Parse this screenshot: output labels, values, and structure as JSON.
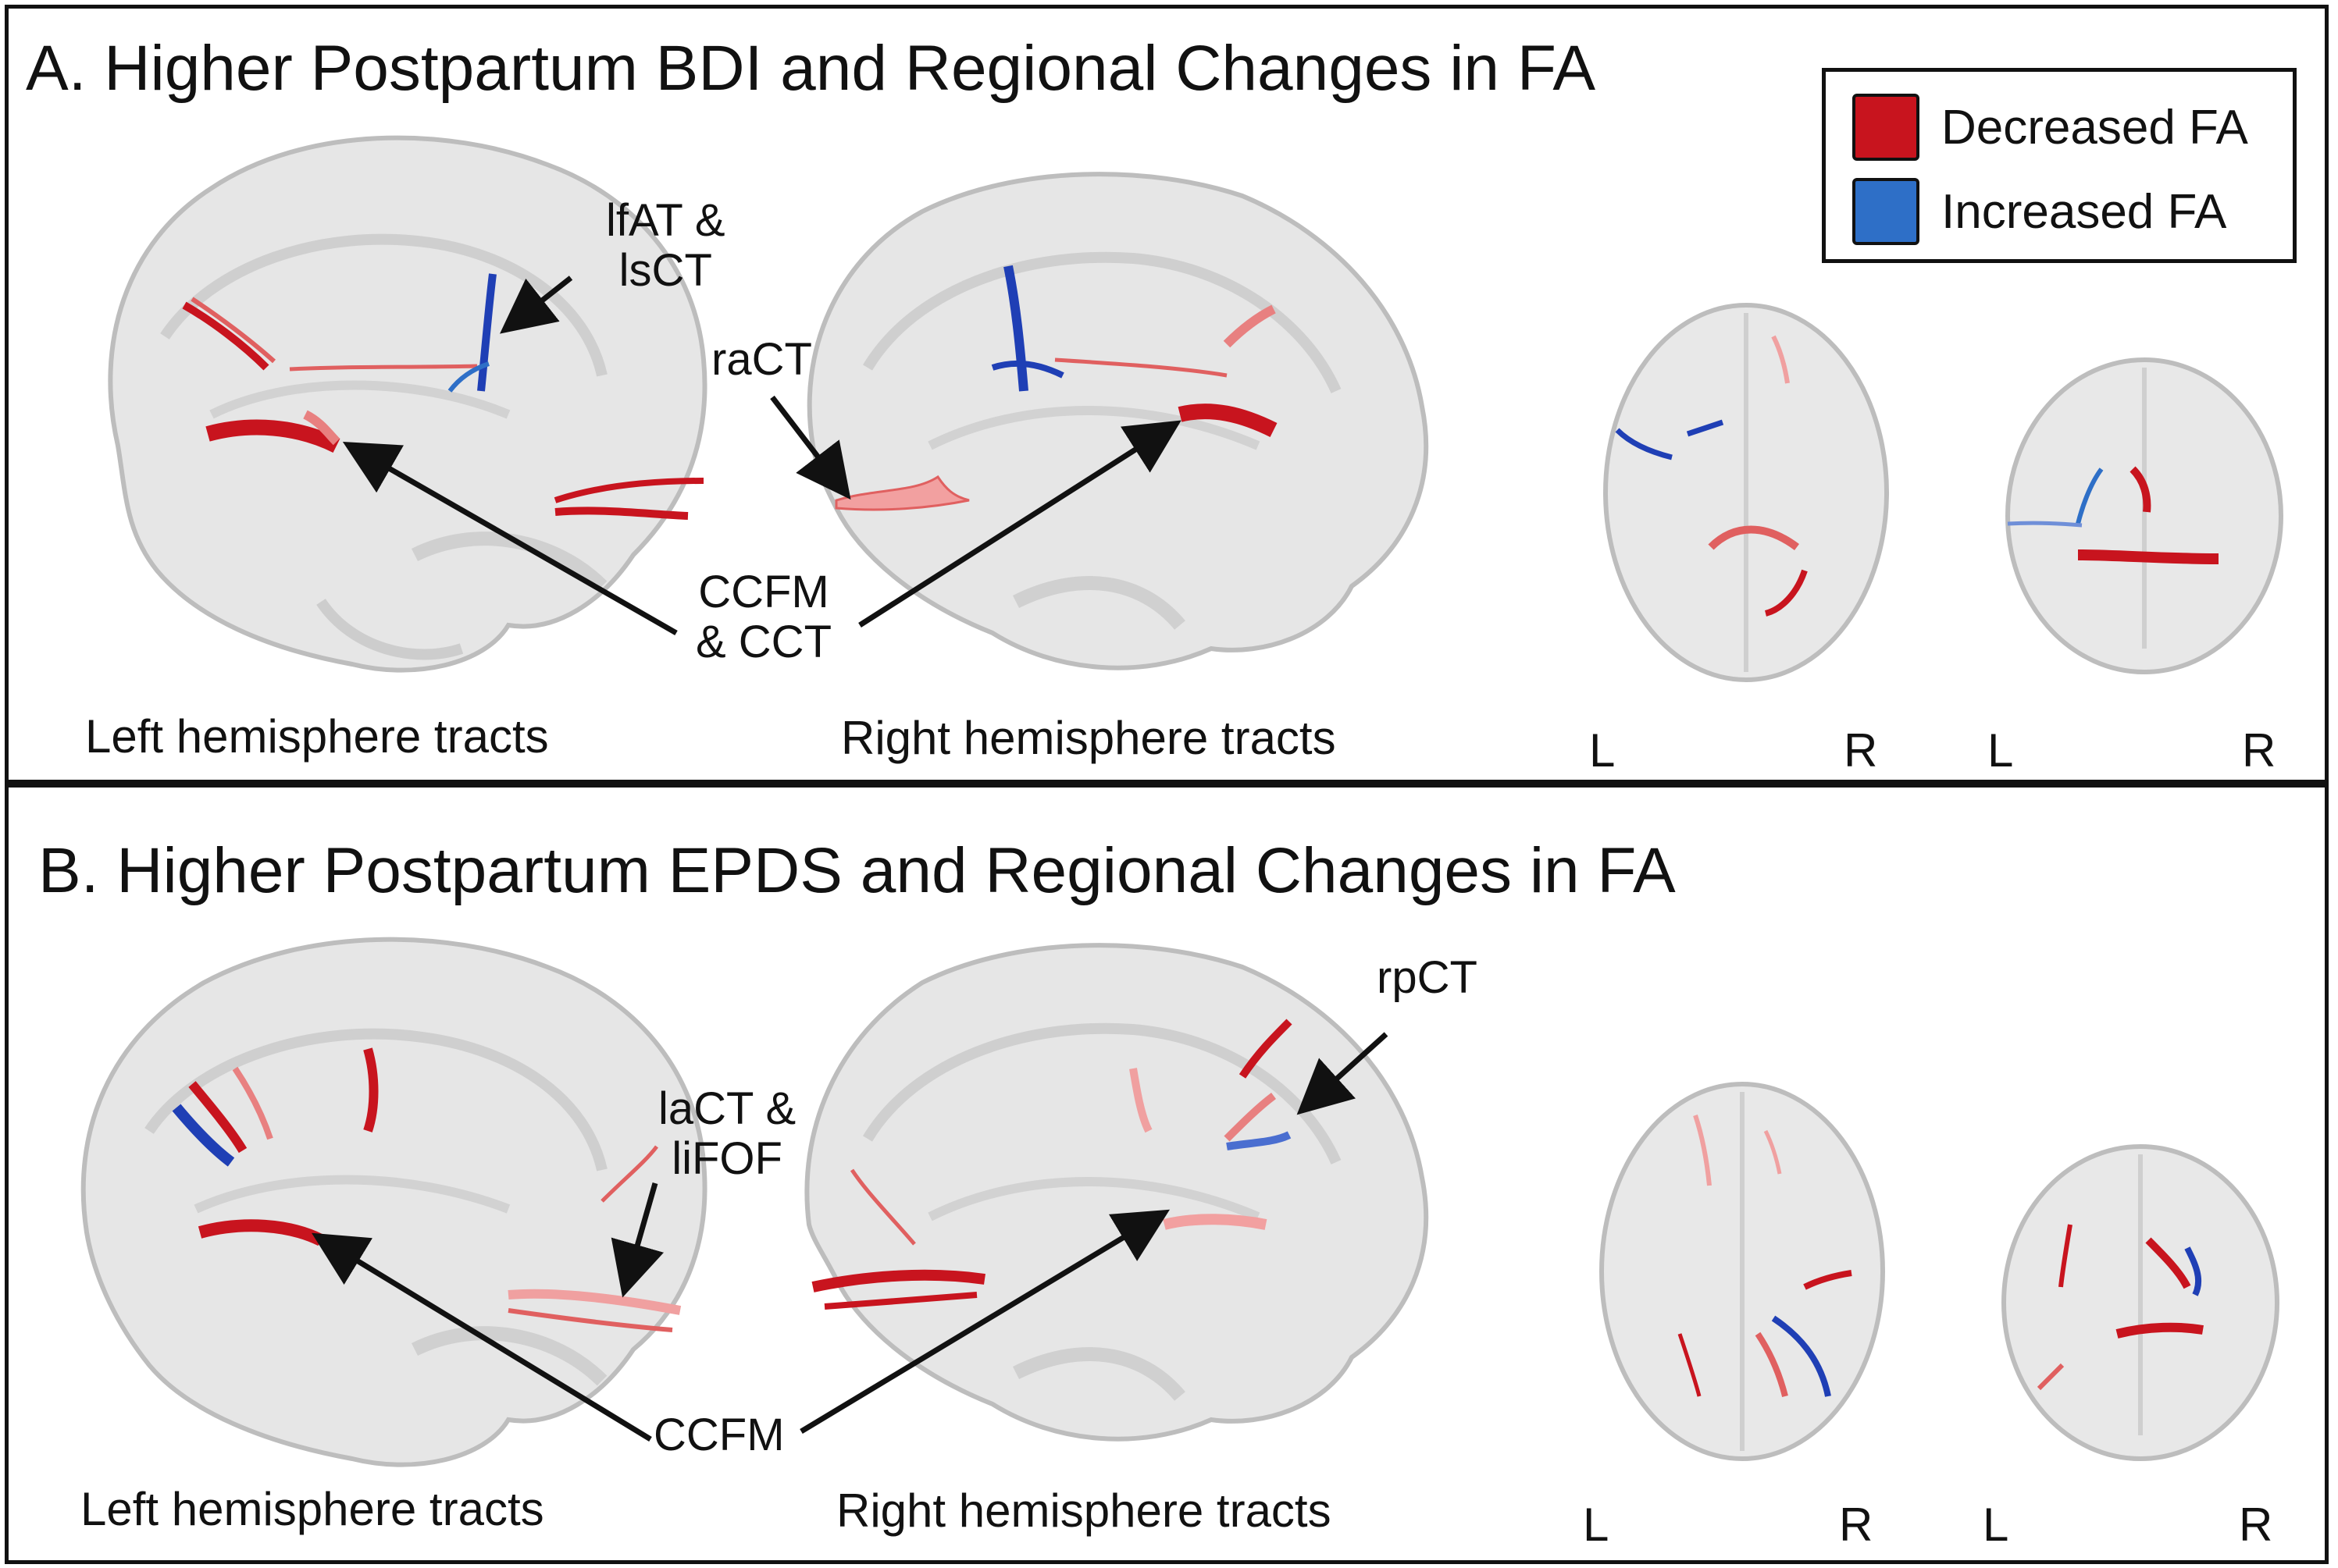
{
  "colors": {
    "decreased": "#c8141e",
    "increased": "#2e6fc7",
    "frame": "#111111"
  },
  "legend": {
    "decreased_label": "Decreased FA",
    "increased_label": "Increased FA"
  },
  "panel_a": {
    "title": "A. Higher Postpartum BDI and Regional Changes in FA",
    "left_caption": "Left hemisphere tracts",
    "right_caption": "Right hemisphere tracts",
    "labels": {
      "lfat_1": "lfAT &",
      "lfat_2": "lsCT",
      "ract": "raCT",
      "ccfm_1": "CCFM",
      "ccfm_2": "& CCT"
    },
    "orient": {
      "l1": "L",
      "r1": "R",
      "l2": "L",
      "r2": "R"
    }
  },
  "panel_b": {
    "title": "B. Higher Postpartum EPDS and Regional Changes in FA",
    "left_caption": "Left hemisphere tracts",
    "right_caption": "Right hemisphere tracts",
    "labels": {
      "lact_1": "laCT &",
      "lact_2": "liFOF",
      "rpct": "rpCT",
      "ccfm": "CCFM"
    },
    "orient": {
      "l1": "L",
      "r1": "R",
      "l2": "L",
      "r2": "R"
    }
  }
}
